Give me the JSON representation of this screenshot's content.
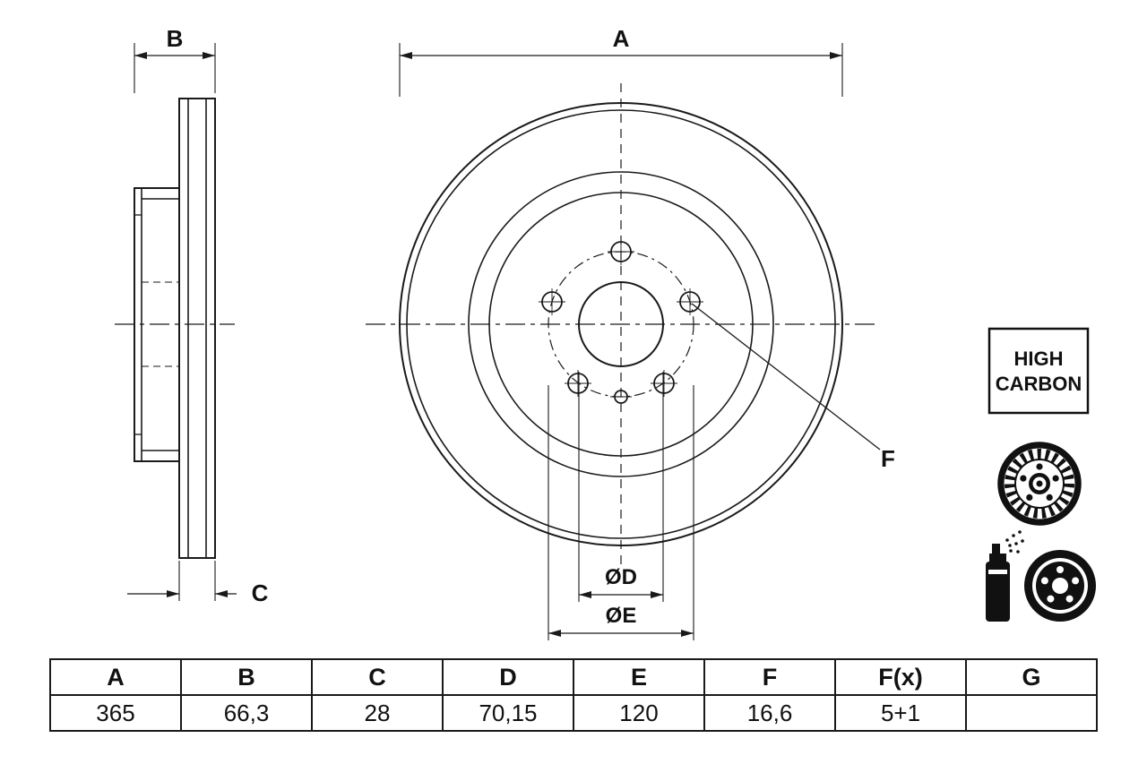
{
  "drawing": {
    "dims": {
      "a": "A",
      "b": "B",
      "c": "C",
      "d": "ØD",
      "e": "ØE",
      "f": "F"
    },
    "badge": {
      "line1": "HIGH",
      "line2": "CARBON"
    }
  },
  "icons": {
    "vented_disc": "vented-brake-disc-icon",
    "spray_can": "spray-can-icon",
    "coated_disc": "coated-brake-disc-icon"
  },
  "table": {
    "headers": [
      "A",
      "B",
      "C",
      "D",
      "E",
      "F",
      "F(x)",
      "G"
    ],
    "values": [
      "365",
      "66,3",
      "28",
      "70,15",
      "120",
      "16,6",
      "5+1",
      ""
    ]
  }
}
